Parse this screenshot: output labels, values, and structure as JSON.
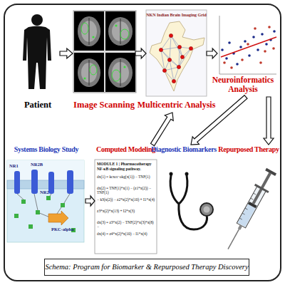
{
  "diagram": {
    "caption": "Schema: Program for Biomarker & Repurposed Therapy Discovery",
    "nodes": [
      {
        "text": [
          "Patient"
        ]
      },
      {
        "text": [
          "Image Scanning"
        ]
      },
      {
        "text": [
          "NKN Indian Brain Imaging Grid",
          "Multicentric Analysis"
        ]
      },
      {
        "text": [
          "Neuroinformatics Analysis"
        ]
      },
      {
        "text": [
          "Systems Biology Study"
        ]
      },
      {
        "text": [
          "Computed Modeling"
        ]
      },
      {
        "text": [
          "Diagnostic Biomarkers"
        ]
      },
      {
        "text": [
          "Repurposed Therapy"
        ]
      }
    ],
    "edges": [
      {
        "from": 0,
        "to": 1,
        "arrow": "to"
      },
      {
        "from": 1,
        "to": 2,
        "arrow": "to"
      },
      {
        "from": 2,
        "to": 3,
        "arrow": "to"
      },
      {
        "from": 3,
        "to": 7,
        "arrow": "to"
      },
      {
        "from": 3,
        "to": 6,
        "arrow": "to"
      },
      {
        "from": 4,
        "to": 5,
        "arrow": "to"
      },
      {
        "from": 5,
        "to": 2,
        "arrow": "to"
      }
    ],
    "labels": [
      "NR1",
      "NR2B",
      "NR2",
      "PKC-alpha",
      "MODULE 1 | Pharmacotherapy",
      "NF-κB signaling pathway.",
      "dx(1) = kcxcc·okg(x(1)) − TNF(1)",
      "dx(2) = TNF(1)*x(1) − (z1*x(2)) − TNF(1)",
      "− k3(x(2)) − z2*x(2)*x(10) + I1*x(4)",
      "z3*x(2)*x(13) + I2*x(3)",
      "dx(3) = z3*x(2) − TNF(2)*x(3)*x(8) −",
      "dx(4) = z4*x(2)*x(10) − I1*x(4)"
    ]
  }
}
